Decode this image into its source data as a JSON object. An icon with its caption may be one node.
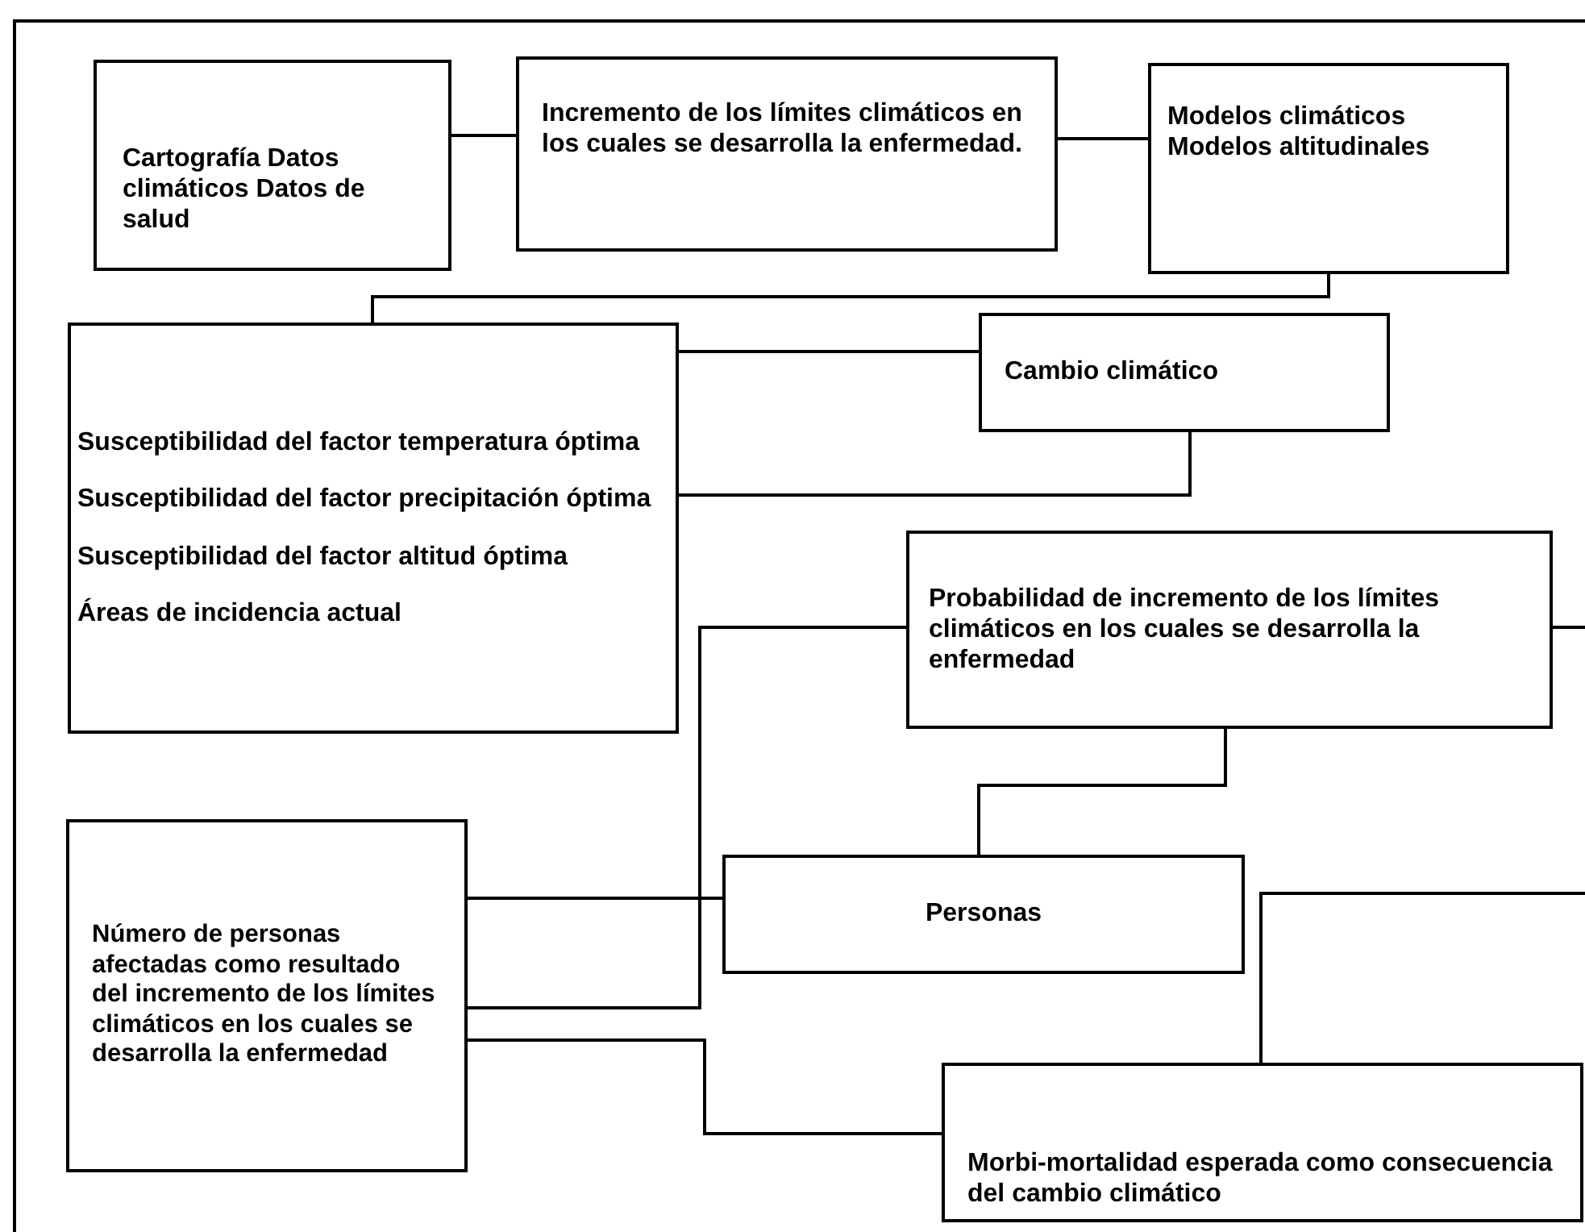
{
  "diagram": {
    "nodes": [
      {
        "text": [
          "Cartografía Datos climáticos Datos de salud"
        ]
      },
      {
        "text": [
          "Incremento de los límites climáticos en los cuales se desarrolla la enfermedad."
        ]
      },
      {
        "text": [
          "Modelos climáticos Modelos altitudinales"
        ]
      },
      {
        "text": [
          "Susceptibilidad del factor temperatura óptima",
          "Susceptibilidad del factor precipitación óptima",
          "Susceptibilidad del factor altitud óptima",
          "Áreas de incidencia actual"
        ]
      },
      {
        "text": [
          "Cambio climático"
        ]
      },
      {
        "text": [
          "Probabilidad de incremento de los límites climáticos en los cuales se desarrolla la enfermedad"
        ]
      },
      {
        "text": [
          "Personas"
        ]
      },
      {
        "text": [
          "Número de personas afectadas como resultado del incremento de los límites climáticos en los cuales se desarrolla la enfermedad"
        ]
      },
      {
        "text": [
          "Morbi-mortalidad esperada como consecuencia del cambio climático"
        ]
      }
    ],
    "edges": [
      {
        "from": 0,
        "to": 1,
        "arrow": "none"
      },
      {
        "from": 1,
        "to": 2,
        "arrow": "none"
      },
      {
        "from": 2,
        "to": 3,
        "arrow": "none"
      },
      {
        "from": 3,
        "to": 4,
        "arrow": "none"
      },
      {
        "from": 4,
        "to": 3,
        "arrow": "none"
      },
      {
        "from": 5,
        "to": null,
        "arrow": "none"
      },
      {
        "from": 5,
        "to": 6,
        "arrow": "none"
      },
      {
        "from": 5,
        "to": 7,
        "arrow": "none"
      },
      {
        "from": 7,
        "to": 6,
        "arrow": "none"
      },
      {
        "from": 7,
        "to": 8,
        "arrow": "none"
      },
      {
        "from": 8,
        "to": null,
        "arrow": "none"
      }
    ]
  }
}
